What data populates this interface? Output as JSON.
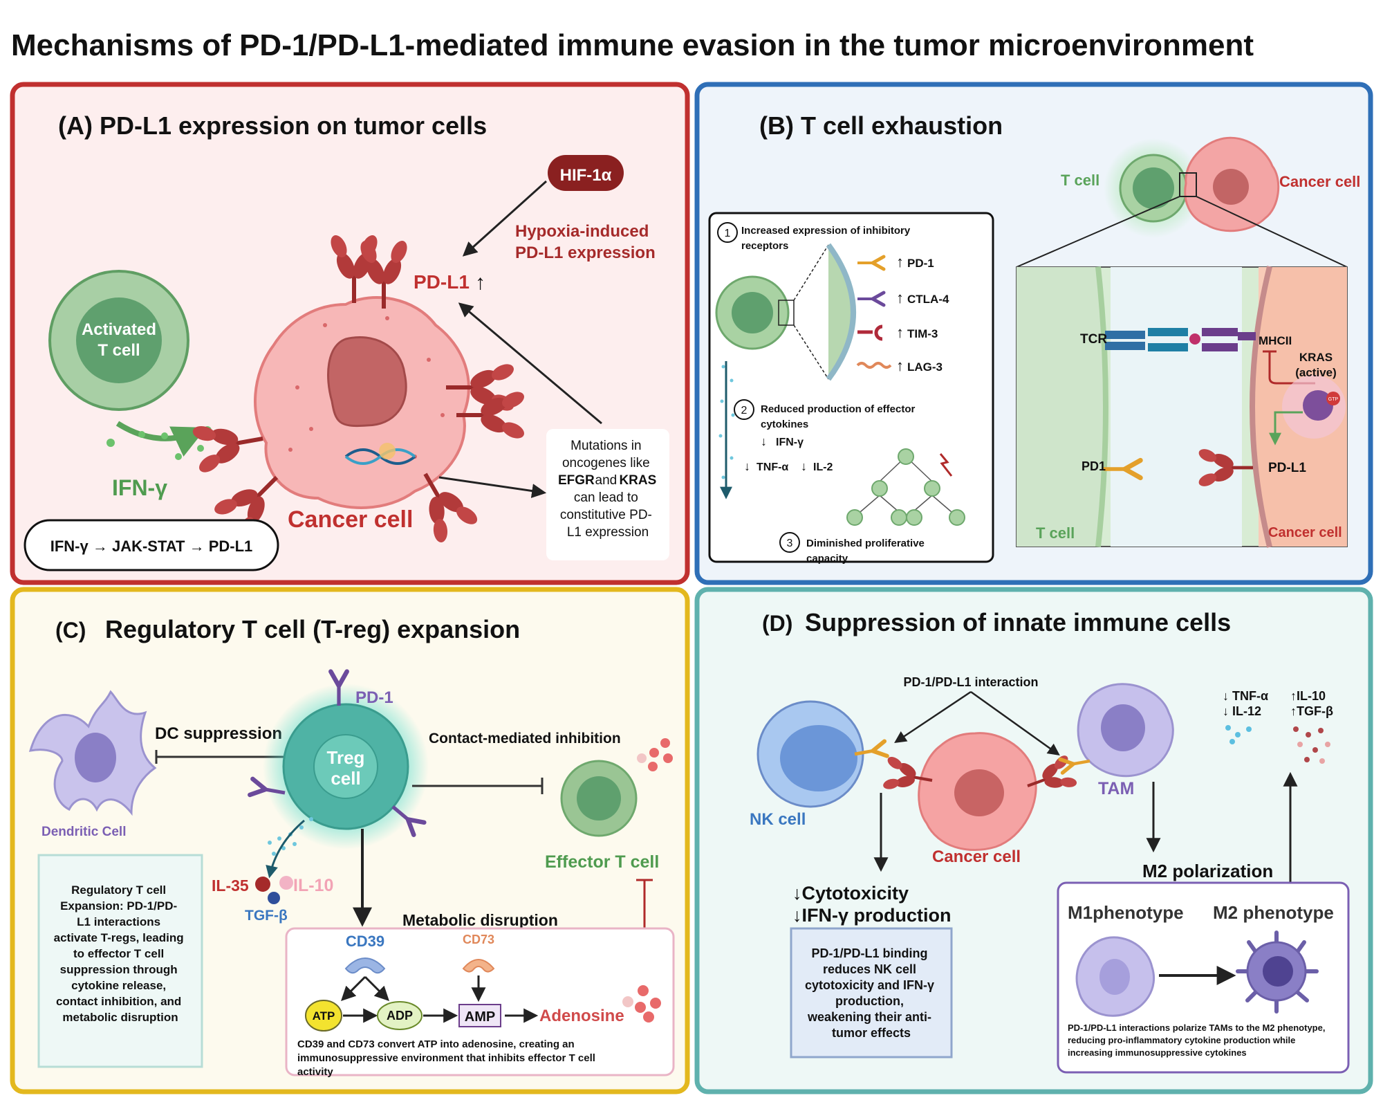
{
  "title": "Mechanisms of PD-1/PD-L1-mediated immune evasion in the tumor microenvironment",
  "panelA": {
    "heading": "(A) PD-L1 expression on tumor cells",
    "hif": "HIF-1α",
    "hypoxia": [
      "Hypoxia-induced",
      "PD-L1 expression"
    ],
    "pdl1": "PD-L1",
    "activated": [
      "Activated",
      "T cell"
    ],
    "ifng": "IFN-γ",
    "cancer": "Cancer cell",
    "pathway": "IFN-γ → JAK-STAT → PD-L1",
    "mutations": [
      "Mutations in",
      "oncogenes like",
      "EFGR",
      "and",
      "KRAS",
      "can lead to",
      "constitutive PD-",
      "L1 expression"
    ]
  },
  "panelB": {
    "heading": "(B) T cell exhaustion",
    "tcell": "T cell",
    "cancer": "Cancer cell",
    "item1": [
      "Increased expression of inhibitory",
      "receptors"
    ],
    "receptors": [
      "PD-1",
      "CTLA-4",
      "TIM-3",
      "LAG-3"
    ],
    "item2": [
      "Reduced production of effector",
      "cytokines"
    ],
    "ifng": "IFN-γ",
    "tnfa": "TNF-α",
    "il2": "IL-2",
    "item3": [
      "Diminished proliferative",
      "capacity"
    ],
    "tcr": "TCR",
    "mhc": "MHCII",
    "kras": [
      "KRAS",
      "(active)"
    ],
    "gtp": "GTP",
    "pd1": "PD1",
    "pdl1": "PD-L1",
    "zoom_tcell": "T cell",
    "zoom_cancer": "Cancer cell"
  },
  "panelC": {
    "heading": "(C)",
    "heading2": "Regulatory T cell (T-reg) expansion",
    "pd1": "PD-1",
    "dcsup": "DC suppression",
    "treg": [
      "Treg",
      "cell"
    ],
    "contact": "Contact-mediated inhibition",
    "dendritic": "Dendritic Cell",
    "effector": "Effector T cell",
    "il35": "IL-35",
    "il10": "IL-10",
    "tgfb": "TGF-β",
    "metabolic": "Metabolic disruption",
    "cd39": "CD39",
    "cd73": "CD73",
    "atp": "ATP",
    "adp": "ADP",
    "amp": "AMP",
    "adenosine": "Adenosine",
    "caption": [
      "CD39 and CD73 convert ATP into adenosine, creating an",
      "immunosuppressive environment that inhibits effector T cell",
      "activity"
    ],
    "box": [
      "Regulatory T cell",
      "Expansion: PD-1/PD-",
      "L1 interactions",
      "activate T-regs, leading",
      "to effector T cell",
      "suppression through",
      "cytokine release,",
      "contact inhibition, and",
      "metabolic disruption"
    ]
  },
  "panelD": {
    "heading": "(D)",
    "heading2": "Suppression of innate immune cells",
    "interaction": "PD-1/PD-L1 interaction",
    "nk": "NK cell",
    "cancer": "Cancer cell",
    "tam": "TAM",
    "down": [
      "↓ TNF-α",
      "↓ IL-12"
    ],
    "up": [
      "↑IL-10",
      "↑TGF-β"
    ],
    "cyto": [
      "↓Cytotoxicity",
      "↓IFN-γ production"
    ],
    "box": [
      "PD-1/PD-L1 binding",
      "reduces NK cell",
      "cytotoxicity and IFN-γ",
      "production,",
      "weakening their anti-",
      "tumor effects"
    ],
    "m2pol": "M2 polarization",
    "m1": "M1phenotype",
    "m2": "M2 phenotype",
    "caption": [
      "PD-1/PD-L1 interactions polarize TAMs to the M2 phenotype,",
      "reducing pro-inflammatory cytokine production while",
      "increasing immunosuppressive cytokines"
    ]
  },
  "colors": {
    "panelA_border": "#c0302f",
    "panelA_bg": "#fdeeee",
    "panelB_border": "#2f6fb7",
    "panelB_bg": "#eef4fa",
    "panelC_border": "#e3b81e",
    "panelC_bg": "#fdfaee",
    "panelD_border": "#5fb1ad",
    "panelD_bg": "#eef8f6",
    "tcell_green": "#5aa35a",
    "cancer_red": "#c0302f"
  }
}
